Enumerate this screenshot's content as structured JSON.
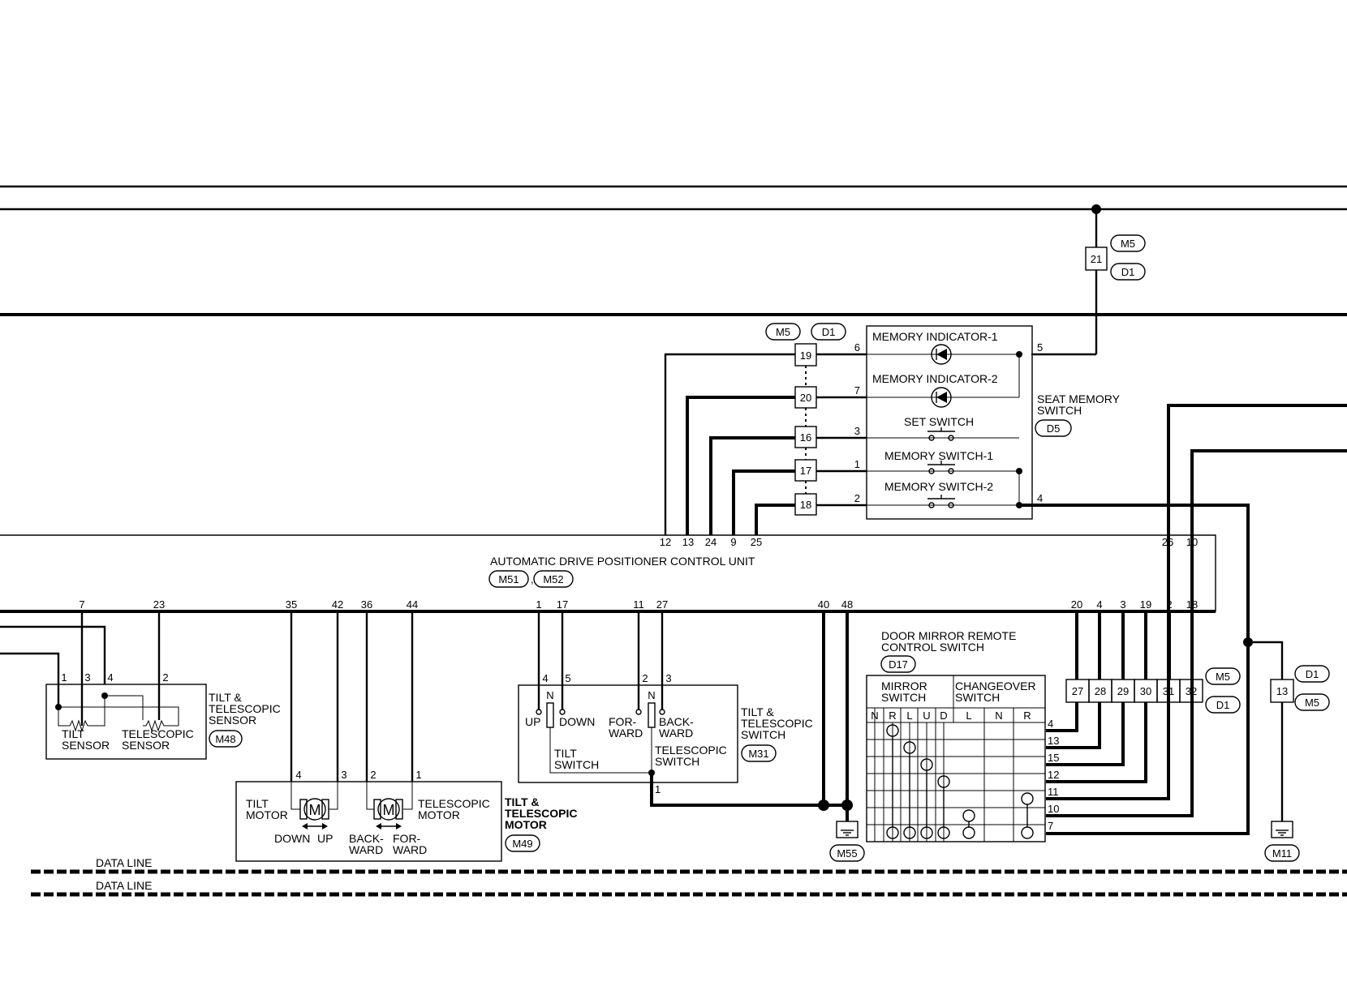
{
  "seat_memory": {
    "memory_indicator_1": "MEMORY INDICATOR-1",
    "memory_indicator_2": "MEMORY INDICATOR-2",
    "set_switch": "SET SWITCH",
    "memory_switch_1": "MEMORY SWITCH-1",
    "memory_switch_2": "MEMORY SWITCH-2",
    "title_line1": "SEAT MEMORY",
    "title_line2": "SWITCH",
    "connector": "D5",
    "pins_left": [
      "6",
      "7",
      "3",
      "1",
      "2"
    ],
    "pins_right": [
      "5",
      "4"
    ]
  },
  "junction_connectors": {
    "top_connector_a": "M5",
    "top_connector_b": "D1",
    "top_terminal": "21",
    "left_connector_a": "M5",
    "left_connector_b": "D1",
    "left_terminals": [
      "19",
      "20",
      "16",
      "17",
      "18"
    ],
    "right_terminals": [
      "27",
      "28",
      "29",
      "30",
      "31",
      "32"
    ],
    "right_connector_a": "M5",
    "right_connector_b": "D1",
    "ground_terminal": "13",
    "ground_connector_a": "D1",
    "ground_connector_b": "M5"
  },
  "control_unit": {
    "title": "AUTOMATIC DRIVE POSITIONER CONTROL UNIT",
    "connector_a": "M51",
    "separator": ",",
    "connector_b": "M52",
    "top_pins": [
      "12",
      "13",
      "24",
      "9",
      "25",
      "26",
      "10"
    ],
    "bottom_pins": [
      "7",
      "23",
      "35",
      "42",
      "36",
      "44",
      "1",
      "17",
      "11",
      "27",
      "40",
      "48",
      "20",
      "4",
      "3",
      "19",
      "2",
      "18"
    ]
  },
  "sensor": {
    "title_line1": "TILT &",
    "title_line2": "TELESCOPIC",
    "title_line3": "SENSOR",
    "connector": "M48",
    "tilt_line1": "TILT",
    "tilt_line2": "SENSOR",
    "tele_line1": "TELESCOPIC",
    "tele_line2": "SENSOR",
    "pins": [
      "1",
      "3",
      "4",
      "2"
    ]
  },
  "motor": {
    "title_line1": "TILT &",
    "title_line2": "TELESCOPIC",
    "title_line3": "MOTOR",
    "connector": "M49",
    "tilt_line1": "TILT",
    "tilt_line2": "MOTOR",
    "tele_line1": "TELESCOPIC",
    "tele_line2": "MOTOR",
    "down": "DOWN",
    "up": "UP",
    "back_line1": "BACK-",
    "back_line2": "WARD",
    "for_line1": "FOR-",
    "for_line2": "WARD",
    "motor_symbol": "M",
    "pins": [
      "4",
      "3",
      "2",
      "1"
    ]
  },
  "switch": {
    "title_line1": "TILT &",
    "title_line2": "TELESCOPIC",
    "title_line3": "SWITCH",
    "connector": "M31",
    "up": "UP",
    "down": "DOWN",
    "neutral": "N",
    "for_line1": "FOR-",
    "for_line2": "WARD",
    "back_line1": "BACK-",
    "back_line2": "WARD",
    "tilt_switch_line1": "TILT",
    "tilt_switch_line2": "SWITCH",
    "tele_switch_line1": "TELESCOPIC",
    "tele_switch_line2": "SWITCH",
    "pins": [
      "4",
      "5",
      "2",
      "3",
      "1"
    ]
  },
  "mirror_switch": {
    "title_line1": "DOOR MIRROR REMOTE",
    "title_line2": "CONTROL SWITCH",
    "connector": "D17",
    "mirror_line1": "MIRROR",
    "mirror_line2": "SWITCH",
    "change_line1": "CHANGEOVER",
    "change_line2": "SWITCH",
    "mirror_cols": [
      "N",
      "R",
      "L",
      "U",
      "D"
    ],
    "change_cols": [
      "L",
      "N",
      "R"
    ],
    "pins": [
      "4",
      "13",
      "15",
      "12",
      "11",
      "10",
      "7"
    ]
  },
  "grounds": {
    "ground_1": "M55",
    "ground_2": "M11"
  },
  "data_lines": {
    "line_1": "DATA LINE",
    "line_2": "DATA LINE"
  }
}
